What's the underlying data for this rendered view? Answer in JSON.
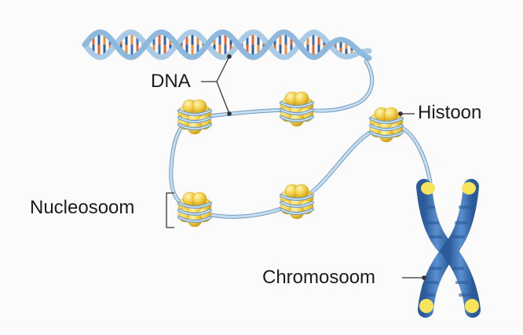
{
  "diagram": {
    "labels": {
      "dna": "DNA",
      "histoon": "Histoon",
      "nucleosoom": "Nucleosoom",
      "chromosoom": "Chromosoom"
    },
    "colors": {
      "strand": "#a9cbe6",
      "strand_edge": "#6f9bc3",
      "histone": "#f2cf48",
      "histone_dark": "#d8a91f",
      "chromosome": "#3f74b8",
      "chromosome_dark": "#2a5a99",
      "chromosome_tip": "#f6e55a",
      "base_orange": "#f08a3c",
      "base_blue": "#3a6fb5",
      "leader": "#333333"
    }
  }
}
